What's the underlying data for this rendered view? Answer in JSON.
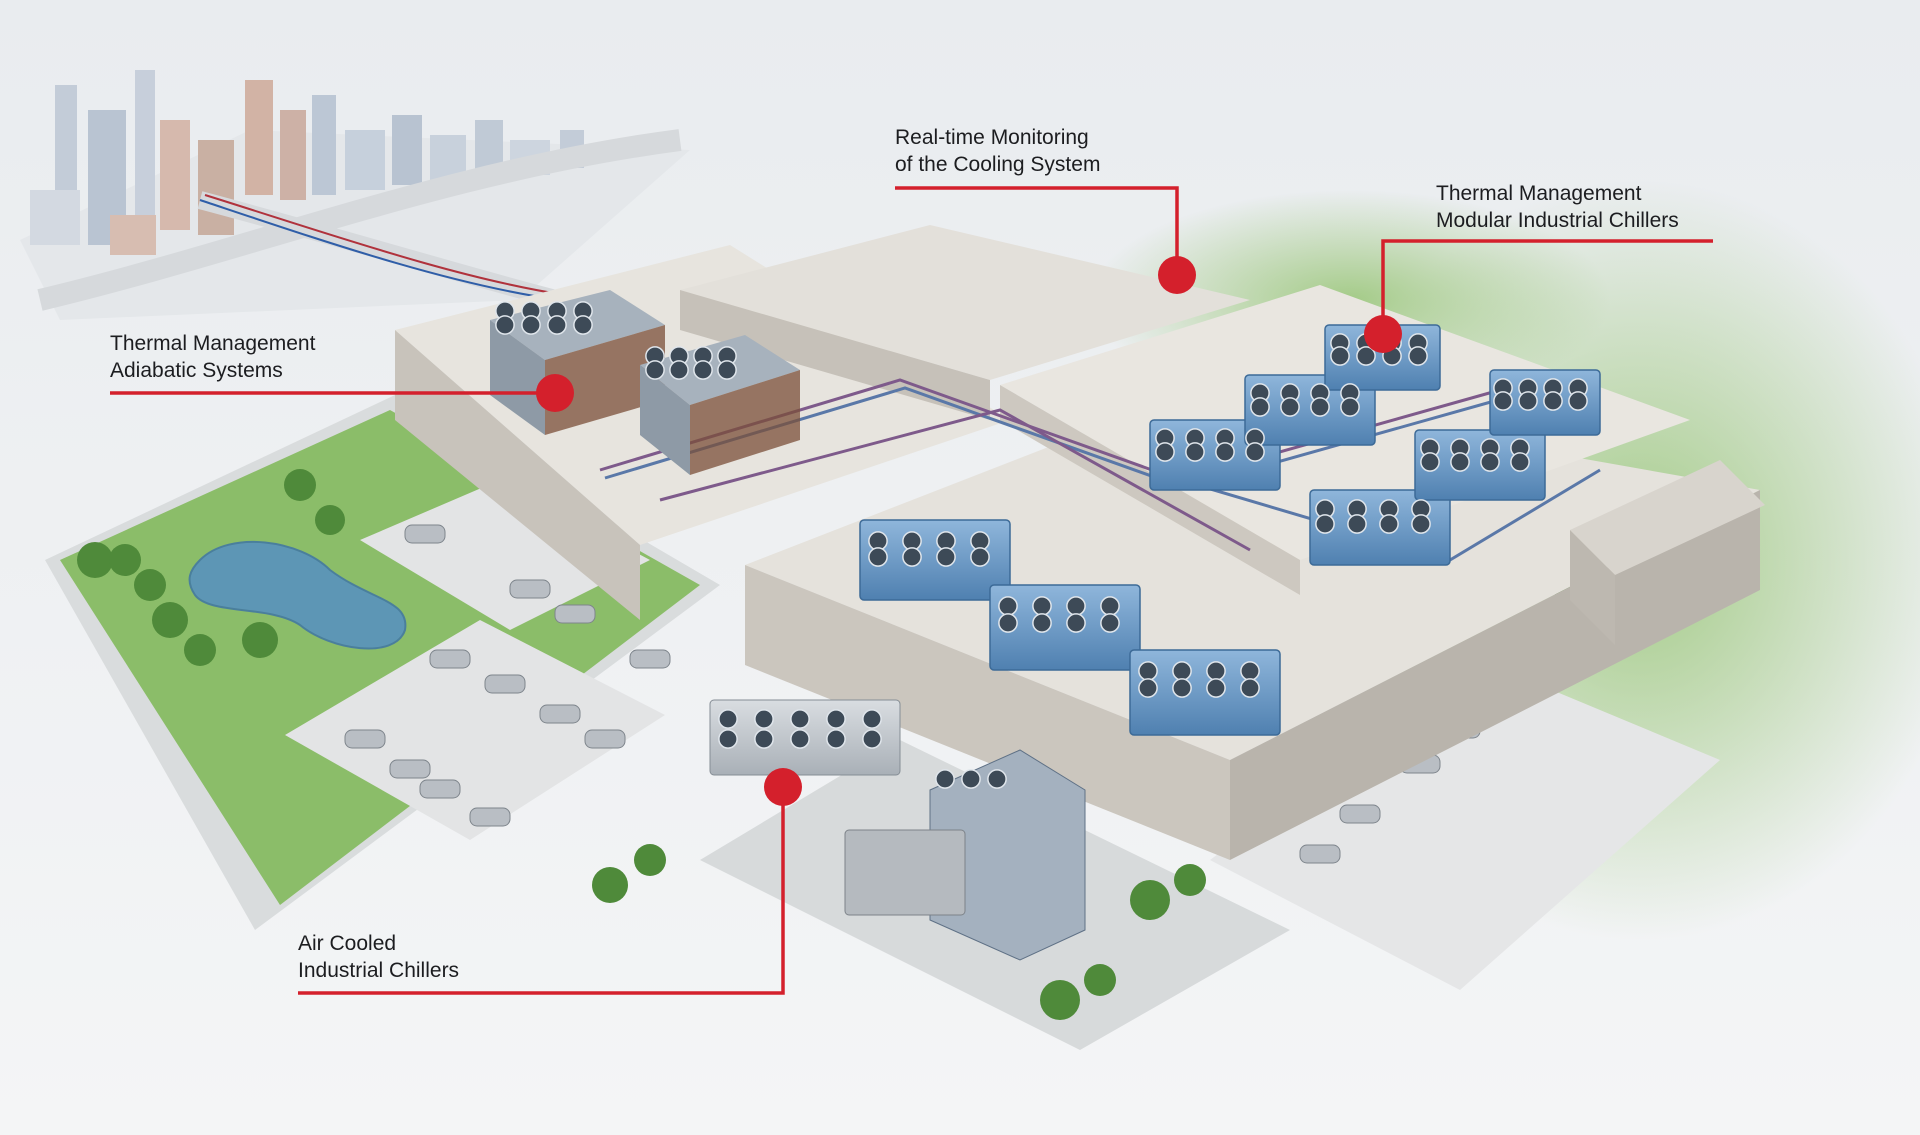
{
  "colors": {
    "accent": "#d4202c",
    "label_text": "#1c1d20",
    "roof": "#e2dfd9",
    "wall": "#c9c4bc",
    "grass": "#8bbd69",
    "water": "#5d96b5",
    "unit_blue": "#6f9ec8",
    "background": "#f4f5f6"
  },
  "callouts": [
    {
      "id": "adiabatic",
      "lines": [
        "Thermal Management",
        "Adiabatic Systems"
      ],
      "icon": "red-dot-marker"
    },
    {
      "id": "monitoring",
      "lines": [
        "Real-time Monitoring",
        "of the Cooling System"
      ],
      "icon": "red-dot-marker"
    },
    {
      "id": "modular",
      "lines": [
        "Thermal Management",
        "Modular Industrial Chillers"
      ],
      "icon": "red-dot-marker"
    },
    {
      "id": "air-cooled",
      "lines": [
        "Air Cooled",
        "Industrial Chillers"
      ],
      "icon": "red-dot-marker"
    }
  ]
}
